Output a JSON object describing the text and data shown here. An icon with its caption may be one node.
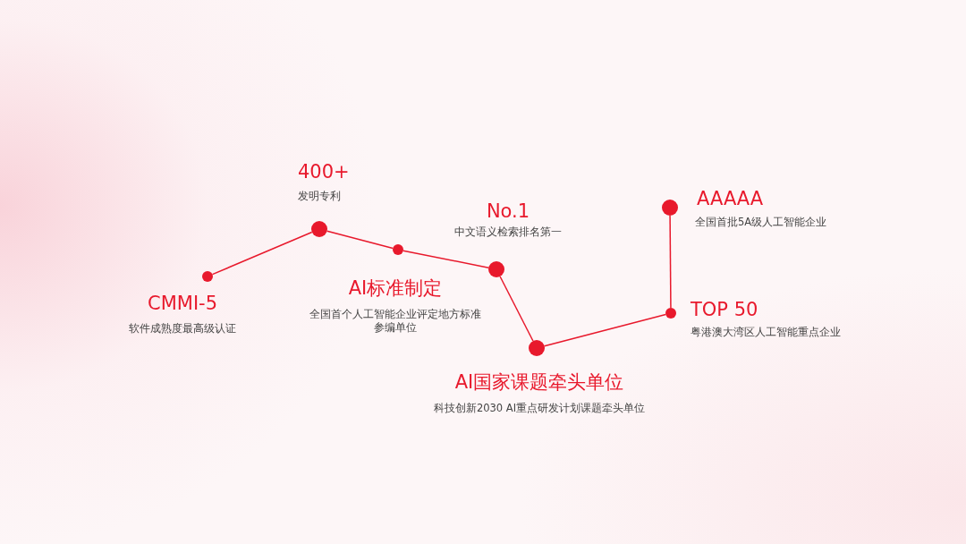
{
  "diagram": {
    "nodes": [
      {
        "text": [],
        "shape": "circle",
        "beside": [
          "CMMI-5",
          "软件成熟度最高级认证"
        ]
      },
      {
        "text": [],
        "shape": "circle",
        "beside": [
          "400+",
          "发明专利"
        ]
      },
      {
        "text": [],
        "shape": "circle",
        "beside": [
          "AI标准制定",
          "全国首个人工智能企业评定地方标准参编单位"
        ]
      },
      {
        "text": [],
        "shape": "circle",
        "beside": [
          "No.1",
          "中文语义检索排名第一"
        ]
      },
      {
        "text": [],
        "shape": "circle",
        "beside": [
          "AI国家课题牵头单位",
          "科技创新2030 AI重点研发计划课题牵头单位"
        ]
      },
      {
        "text": [],
        "shape": "circle",
        "beside": [
          "TOP 50",
          "粤港澳大湾区人工智能重点企业"
        ]
      },
      {
        "text": [],
        "shape": "circle",
        "beside": [
          "AAAAA",
          "全国首批5A级人工智能企业"
        ]
      }
    ],
    "edges": [
      {
        "from": 0,
        "to": 1,
        "arrow": "none"
      },
      {
        "from": 1,
        "to": 2,
        "arrow": "none"
      },
      {
        "from": 2,
        "to": 3,
        "arrow": "none"
      },
      {
        "from": 3,
        "to": 4,
        "arrow": "none"
      },
      {
        "from": 4,
        "to": 5,
        "arrow": "none"
      },
      {
        "from": 5,
        "to": 6,
        "arrow": "none"
      }
    ]
  }
}
